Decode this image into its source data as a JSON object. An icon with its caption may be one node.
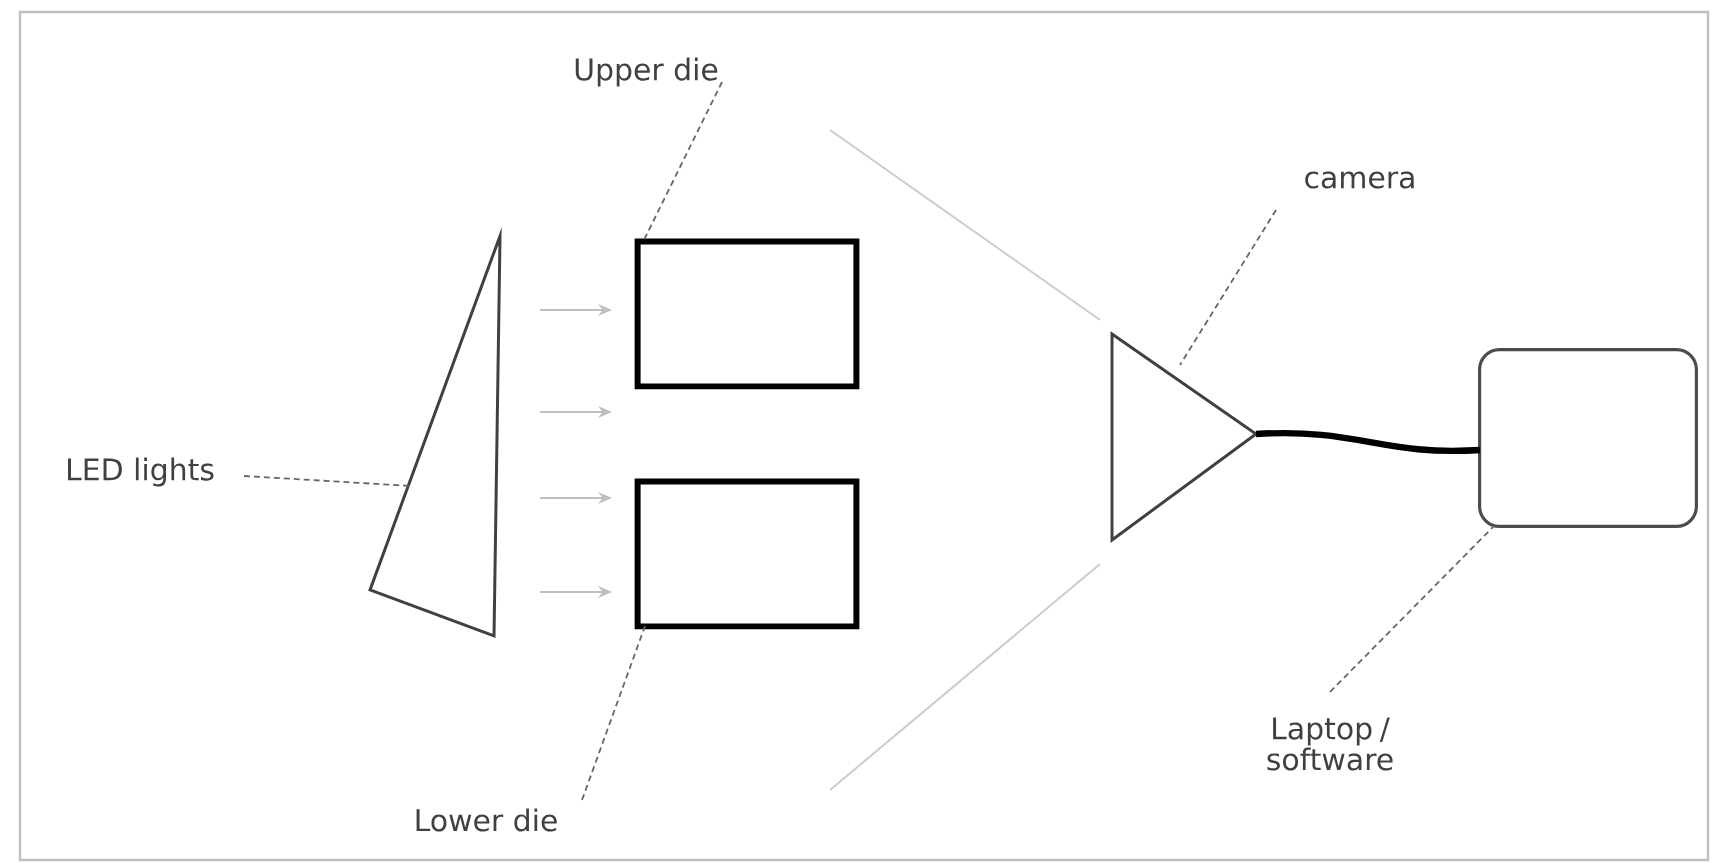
{
  "diagram": {
    "nodes": [
      {
        "text": [
          "Upper die"
        ]
      },
      {
        "text": [],
        "shape": "box"
      },
      {
        "text": [
          "LED lights"
        ]
      },
      {
        "text": [],
        "shape": "triangle"
      },
      {
        "text": [],
        "shape": "box"
      },
      {
        "text": [
          "Lower die"
        ]
      },
      {
        "text": [
          "camera"
        ]
      },
      {
        "text": [],
        "shape": "triangle"
      },
      {
        "text": [],
        "shape": "box"
      },
      {
        "text": [
          "Laptop / software"
        ]
      }
    ],
    "edges": [
      {
        "from": 0,
        "to": 1,
        "arrow": "none",
        "style": "dashed"
      },
      {
        "from": 2,
        "to": 3,
        "arrow": "none",
        "style": "dashed"
      },
      {
        "from": 5,
        "to": 4,
        "arrow": "none",
        "style": "dashed"
      },
      {
        "from": 6,
        "to": 7,
        "arrow": "none",
        "style": "dashed"
      },
      {
        "from": 7,
        "to": 8,
        "arrow": "none",
        "style": "thick",
        "color": "#000000"
      },
      {
        "from": 9,
        "to": 8,
        "arrow": "none",
        "style": "dashed"
      }
    ]
  }
}
